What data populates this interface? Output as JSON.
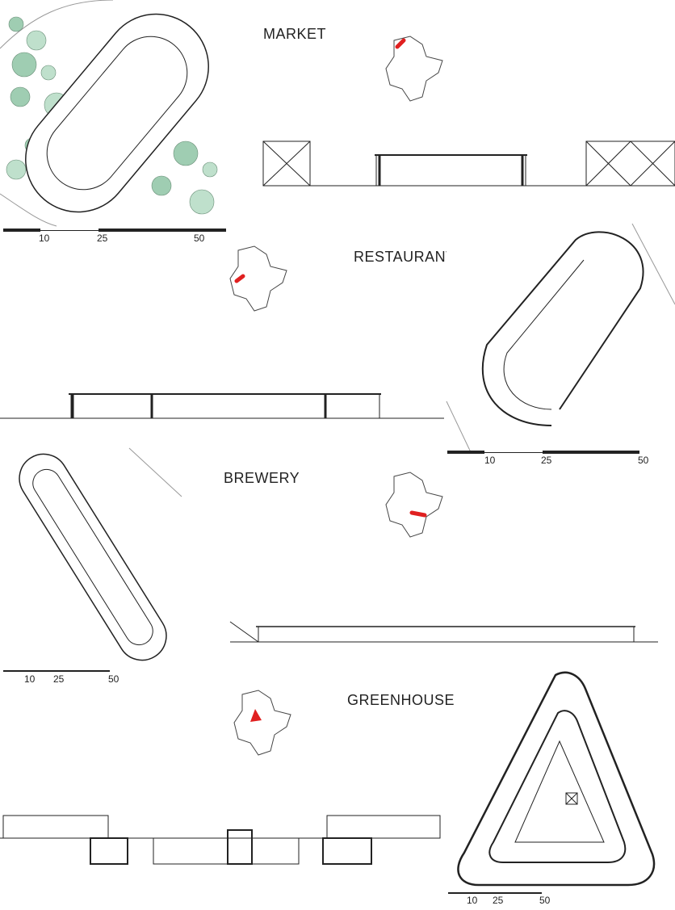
{
  "sections": [
    {
      "id": "market",
      "title": "MARKET",
      "scale_labels": [
        "10",
        "25",
        "50"
      ]
    },
    {
      "id": "restaurant",
      "title": "RESTAURANT",
      "scale_labels": [
        "10",
        "25",
        "50"
      ]
    },
    {
      "id": "brewery",
      "title": "BREWERY",
      "scale_labels": [
        "10",
        "25",
        "50"
      ]
    },
    {
      "id": "greenhouse",
      "title": "GREENHOUSE",
      "scale_labels": [
        "10",
        "25",
        "50"
      ]
    }
  ],
  "colors": {
    "tree_fill": "#bfe0cc",
    "tree_fill_dark": "#9fcdb2",
    "shrub_yellow": "#e3ebb5",
    "line": "#222222",
    "highlight": "#e02020"
  }
}
